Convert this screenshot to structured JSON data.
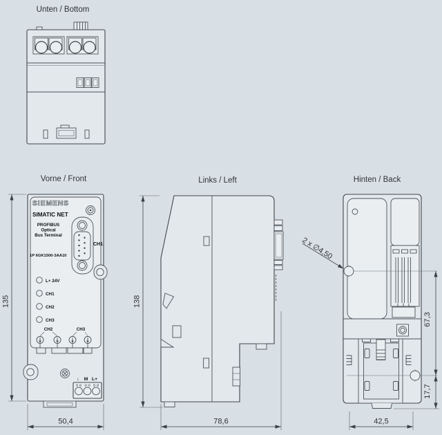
{
  "colors": {
    "background": "#d8dfe5",
    "line": "#3f464c",
    "body_fill": "#e3e8ec",
    "panel_fill": "#eaeef1",
    "text": "#0e1114",
    "dim_text": "#2e3338"
  },
  "views": {
    "bottom": {
      "title": "Unten / Bottom"
    },
    "front": {
      "title": "Vorne / Front",
      "brand": "SIEMENS",
      "product": "SIMATIC NET",
      "type_lines": [
        "PROFIBUS",
        "Optical",
        "Bus Terminal"
      ],
      "part_number": "1P 6GK1500-3AA10",
      "connector_label": "CH1",
      "leds": [
        "L+ 24V",
        "CH1",
        "CH2",
        "CH3"
      ],
      "port_groups": [
        "CH2",
        "CH3"
      ],
      "terminals": [
        "↓",
        "M",
        "L+"
      ],
      "dims": {
        "height": "135",
        "width": "50,4"
      }
    },
    "left": {
      "title": "Links / Left",
      "dims": {
        "height": "138",
        "depth": "78,6"
      }
    },
    "back": {
      "title": "Hinten / Back",
      "hole_note": "2 x ∅4,50",
      "dims": {
        "hole_upper": "67,3",
        "hole_lower": "17,7",
        "width": "42,5"
      }
    }
  }
}
